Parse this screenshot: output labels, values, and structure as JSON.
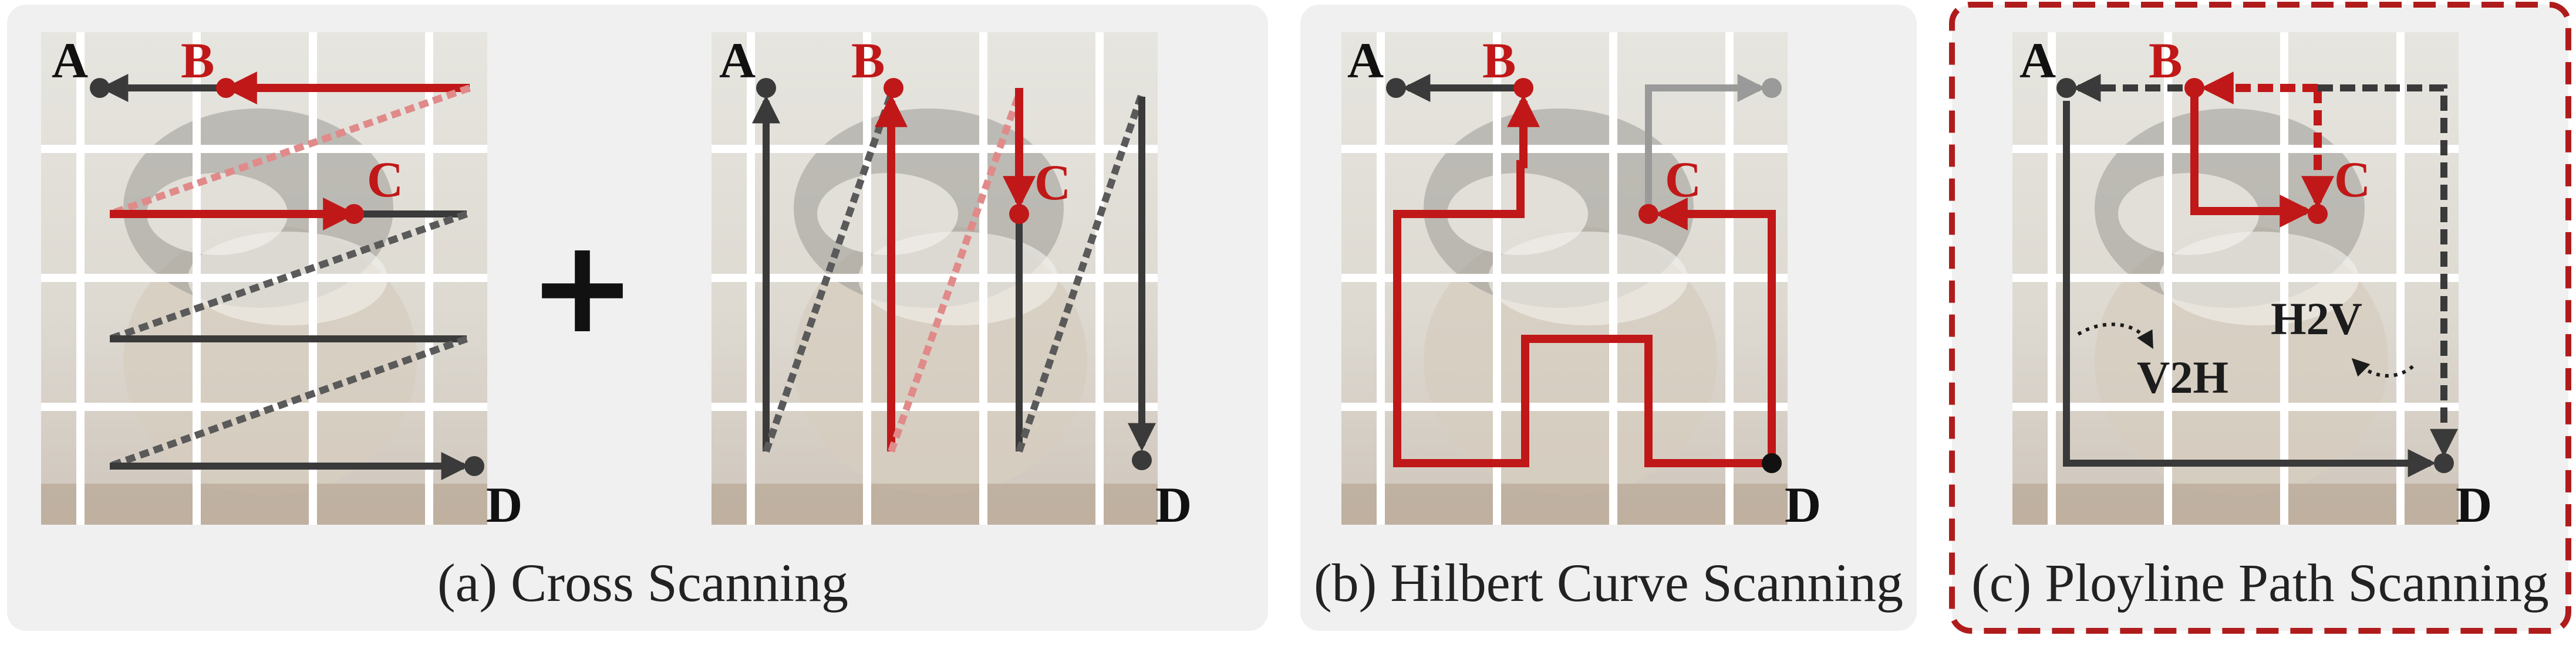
{
  "colors": {
    "panel_bg": "#f0f0f0",
    "image_bg": "#e4e2dc",
    "grid": "#ffffff",
    "black_path": "#3a3a3a",
    "red_path": "#c01818",
    "faded_red": "#e08a8a",
    "gray_path": "#9a9a9a",
    "highlight_border": "#b01c1c"
  },
  "point_labels": {
    "a": "A",
    "b": "B",
    "c": "C",
    "d": "D"
  },
  "plus_sign": "+",
  "panels": {
    "a": {
      "caption": "(a) Cross Scanning"
    },
    "b": {
      "caption": "(b) Hilbert Curve Scanning"
    },
    "c": {
      "caption": "(c) Ployline Path Scanning",
      "v2h": "V2H",
      "h2v": "H2V"
    }
  }
}
